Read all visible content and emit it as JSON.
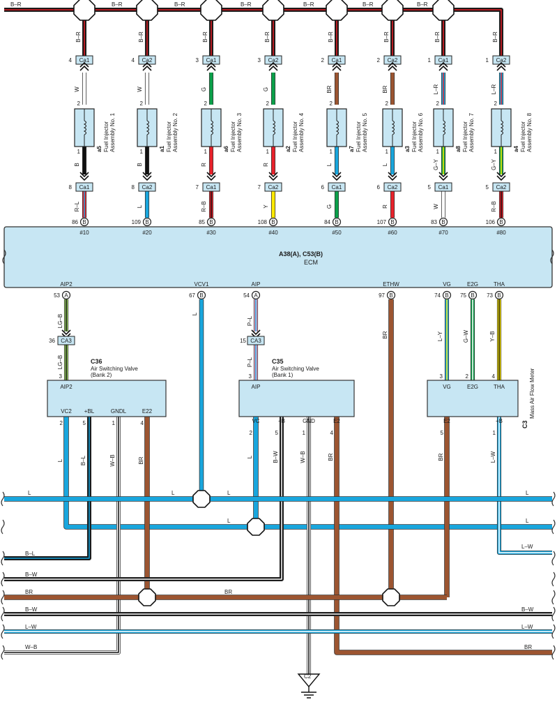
{
  "wire_colors": {
    "B": "#111111",
    "W": "#ffffff",
    "R": "#e8222b",
    "G": "#0ba04a",
    "L": "#19a6dd",
    "BR": "#9c5531",
    "Y": "#ffea00",
    "LG": "#98cf63",
    "P": "#f3a8c9",
    "outline": "#333333",
    "ecm_fill": "#c7e6f3",
    "box_fill": "#c7e6f3"
  },
  "top_bus_label": "B–R",
  "injectors": [
    {
      "code": "a5",
      "name_line1": "Fuel Injector",
      "name_line2": "Assembly No. 1",
      "top_conn": "Ca1",
      "top_pin": "4",
      "top_wire": "B–R",
      "mid_wire": "W",
      "coil_top_pin": "2",
      "coil_bot_pin": "1",
      "bot_wire": "B",
      "bot_conn": "Ca1",
      "bot_pin": "8",
      "ecm_wire": "R–L",
      "ecm_pin": "86",
      "ecm_conn": "B",
      "ecm_term": "#10"
    },
    {
      "code": "a1",
      "name_line1": "Fuel Injector",
      "name_line2": "Assembly No. 2",
      "top_conn": "Ca2",
      "top_pin": "4",
      "top_wire": "B–R",
      "mid_wire": "W",
      "coil_top_pin": "2",
      "coil_bot_pin": "1",
      "bot_wire": "B",
      "bot_conn": "Ca2",
      "bot_pin": "8",
      "ecm_wire": "L",
      "ecm_pin": "109",
      "ecm_conn": "B",
      "ecm_term": "#20"
    },
    {
      "code": "a6",
      "name_line1": "Fuel Injector",
      "name_line2": "Assembly No. 3",
      "top_conn": "Ca1",
      "top_pin": "3",
      "top_wire": "B–R",
      "mid_wire": "G",
      "coil_top_pin": "2",
      "coil_bot_pin": "1",
      "bot_wire": "R",
      "bot_conn": "Ca1",
      "bot_pin": "7",
      "ecm_wire": "R–B",
      "ecm_pin": "85",
      "ecm_conn": "B",
      "ecm_term": "#30"
    },
    {
      "code": "a2",
      "name_line1": "Fuel Injector",
      "name_line2": "Assembly No. 4",
      "top_conn": "Ca2",
      "top_pin": "3",
      "top_wire": "B–R",
      "mid_wire": "G",
      "coil_top_pin": "2",
      "coil_bot_pin": "1",
      "bot_wire": "R",
      "bot_conn": "Ca2",
      "bot_pin": "7",
      "ecm_wire": "Y",
      "ecm_pin": "108",
      "ecm_conn": "B",
      "ecm_term": "#40"
    },
    {
      "code": "a7",
      "name_line1": "Fuel Injector",
      "name_line2": "Assembly No. 5",
      "top_conn": "Ca1",
      "top_pin": "2",
      "top_wire": "B–R",
      "mid_wire": "BR",
      "coil_top_pin": "2",
      "coil_bot_pin": "1",
      "bot_wire": "L",
      "bot_conn": "Ca1",
      "bot_pin": "6",
      "ecm_wire": "G",
      "ecm_pin": "84",
      "ecm_conn": "B",
      "ecm_term": "#50"
    },
    {
      "code": "a3",
      "name_line1": "Fuel Injector",
      "name_line2": "Assembly No. 6",
      "top_conn": "Ca2",
      "top_pin": "2",
      "top_wire": "B–R",
      "mid_wire": "BR",
      "coil_top_pin": "2",
      "coil_bot_pin": "1",
      "bot_wire": "L",
      "bot_conn": "Ca2",
      "bot_pin": "6",
      "ecm_wire": "R",
      "ecm_pin": "107",
      "ecm_conn": "B",
      "ecm_term": "#60"
    },
    {
      "code": "a8",
      "name_line1": "Fuel Injector",
      "name_line2": "Assembly No. 7",
      "top_conn": "Ca1",
      "top_pin": "1",
      "top_wire": "B–R",
      "mid_wire": "L–R",
      "coil_top_pin": "2",
      "coil_bot_pin": "1",
      "bot_wire": "G–Y",
      "bot_conn": "Ca1",
      "bot_pin": "5",
      "ecm_wire": "W",
      "ecm_pin": "83",
      "ecm_conn": "B",
      "ecm_term": "#70"
    },
    {
      "code": "a4",
      "name_line1": "Fuel Injector",
      "name_line2": "Assembly No. 8",
      "top_conn": "Ca2",
      "top_pin": "1",
      "top_wire": "B–R",
      "mid_wire": "L–R",
      "coil_top_pin": "2",
      "coil_bot_pin": "1",
      "bot_wire": "G–Y",
      "bot_conn": "Ca2",
      "bot_pin": "5",
      "ecm_wire": "R–B",
      "ecm_pin": "106",
      "ecm_conn": "B",
      "ecm_term": "#80"
    }
  ],
  "ecm": {
    "code": "A38(A), C53(B)",
    "name": "ECM",
    "terminals": [
      {
        "name": "AIP2",
        "pin": "53",
        "conn": "A"
      },
      {
        "name": "VCV1",
        "pin": "67",
        "conn": "B"
      },
      {
        "name": "AIP",
        "pin": "54",
        "conn": "A"
      },
      {
        "name": "ETHW",
        "pin": "97",
        "conn": "B"
      },
      {
        "name": "VG",
        "pin": "74",
        "conn": "B"
      },
      {
        "name": "E2G",
        "pin": "75",
        "conn": "B"
      },
      {
        "name": "THA",
        "pin": "73",
        "conn": "B"
      }
    ]
  },
  "ecm_wires": {
    "aip2": "LG–B",
    "vcv1": "L",
    "aip": "P–L",
    "ethw": "BR",
    "vg": "L–Y",
    "e2g": "G–W",
    "tha": "Y–B"
  },
  "ca3": {
    "label": "CA3",
    "left_pin": "36",
    "right_pin": "15",
    "left_wire_below": "LG–B",
    "right_wire_below": "P–L"
  },
  "c36": {
    "code": "C36",
    "name_line1": "Air Switching Valve",
    "name_line2": "(Bank 2)",
    "top_pin": "3",
    "top_term": "AIP2",
    "terms": [
      "VC2",
      "+BL",
      "GNDL",
      "E22"
    ],
    "pins": [
      "2",
      "5",
      "1",
      "4"
    ],
    "wires": [
      "L",
      "B–L",
      "W–B",
      "BR"
    ]
  },
  "c35": {
    "code": "C35",
    "name_line1": "Air Switching Valve",
    "name_line2": "(Bank 1)",
    "top_pin": "3",
    "top_term": "AIP",
    "terms": [
      "VC",
      "+B",
      "GND",
      "E2"
    ],
    "pins": [
      "2",
      "5",
      "1",
      "4"
    ],
    "wires": [
      "L",
      "B–W",
      "W–B",
      "BR"
    ]
  },
  "c3": {
    "code": "C3",
    "name": "Mass Air Flow Meter",
    "top_terms": [
      "VG",
      "E2G",
      "THA"
    ],
    "top_pins": [
      "3",
      "2",
      "4"
    ],
    "bot_terms": [
      "E2",
      "+B"
    ],
    "bot_pins": [
      "5",
      "1"
    ],
    "wires": [
      "BR",
      "L–W"
    ]
  },
  "bus_labels": {
    "row1_left": "L",
    "row1_mid1": "L",
    "row1_mid2": "L",
    "row1_right": "L",
    "row2_mid": "L",
    "row2_right": "L",
    "lw_right": "L–W",
    "bl_left": "B–L",
    "bw_left": "B–W",
    "br_left": "BR",
    "br_mid": "BR",
    "bw2_left": "B–W",
    "bw2_right": "B–W",
    "lw2_left": "L–W",
    "lw2_right": "L–W",
    "wb_left": "W–B",
    "br2_right": "BR"
  },
  "ground": {
    "label": "C2"
  }
}
